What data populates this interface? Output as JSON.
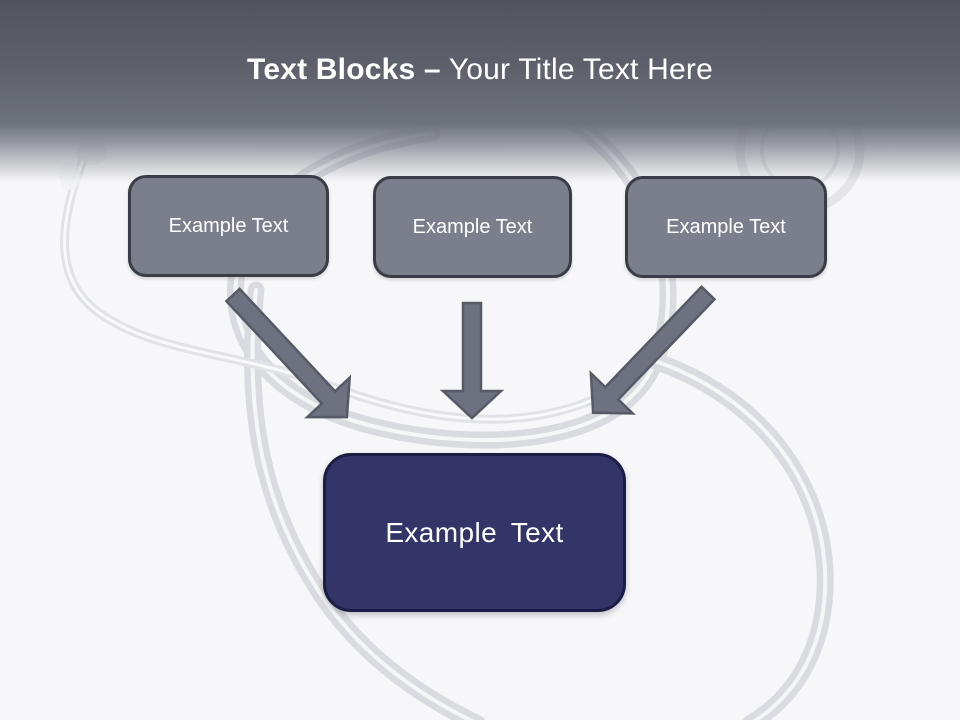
{
  "theme_colors": {
    "canvas-bg": "#f7f7f9",
    "header-top": "#52545d",
    "header-bottom": "#6e727d",
    "block-gray": "#7b7f8b",
    "block-border": "#3a3d47",
    "navy": "#333468",
    "navy-border": "#1c1d44",
    "arrow-gray": "#6d7180",
    "arrow-border": "#565a65"
  },
  "slide": {
    "title": {
      "bold": "Text Blocks –",
      "regular": "Your Title Text Here"
    },
    "background_icon": "stethoscope"
  },
  "diagram": {
    "source_blocks": [
      {
        "label": "Example Text"
      },
      {
        "label": "Example Text"
      },
      {
        "label": "Example Text"
      }
    ],
    "result_block": {
      "label": "Example Text"
    },
    "arrows": [
      {
        "icon": "diagonal-down-right-arrow"
      },
      {
        "icon": "down-arrow"
      },
      {
        "icon": "diagonal-down-left-arrow"
      }
    ]
  }
}
